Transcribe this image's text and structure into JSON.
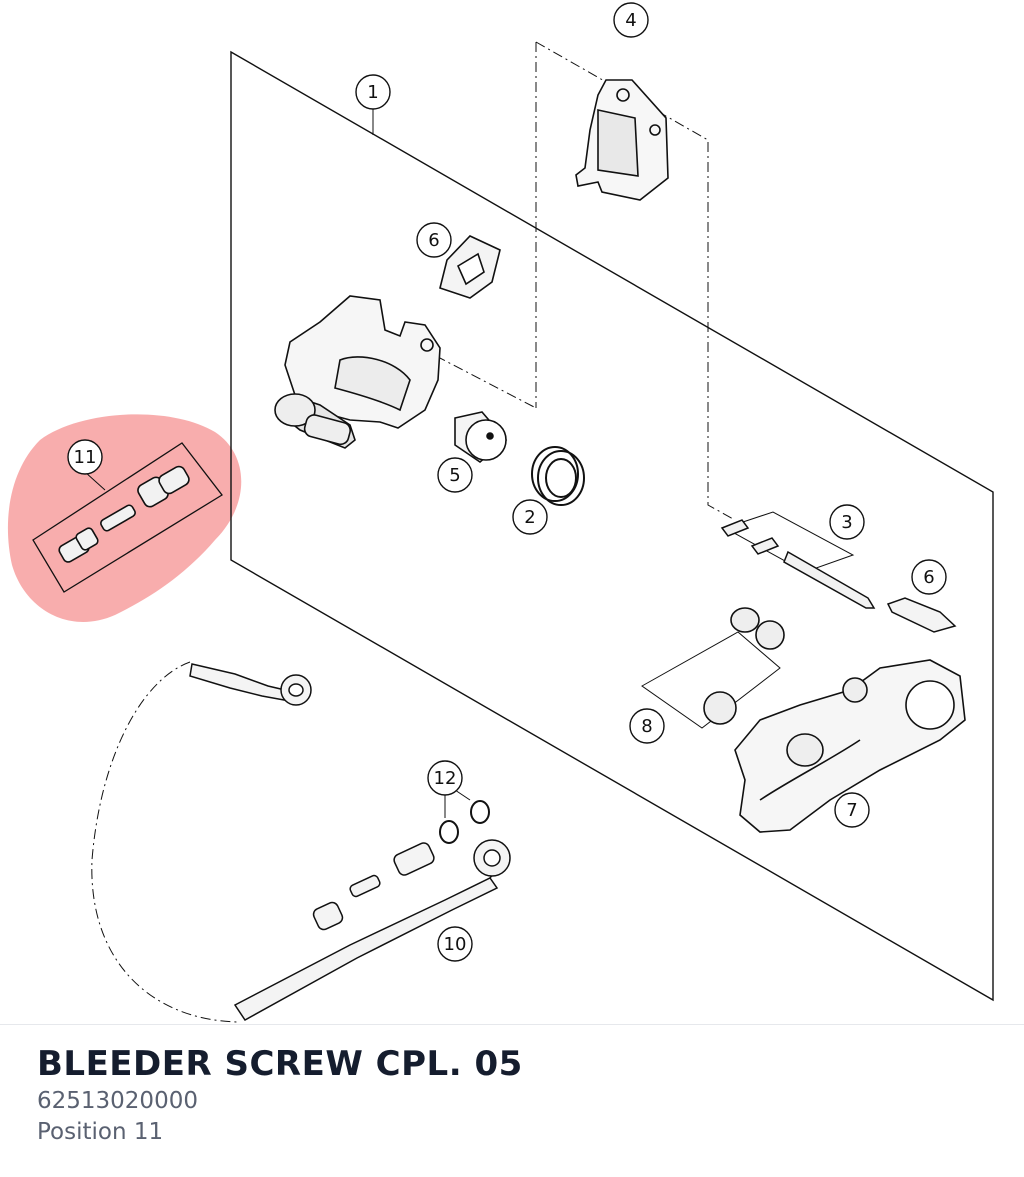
{
  "diagram": {
    "callouts": [
      "1",
      "2",
      "3",
      "4",
      "5",
      "6",
      "6",
      "7",
      "8",
      "10",
      "11",
      "12"
    ],
    "highlighted_position": "11",
    "highlight_color": "#f26a6a"
  },
  "part": {
    "name": "BLEEDER SCREW CPL. 05",
    "number": "62513020000",
    "position_label": "Position 11"
  }
}
